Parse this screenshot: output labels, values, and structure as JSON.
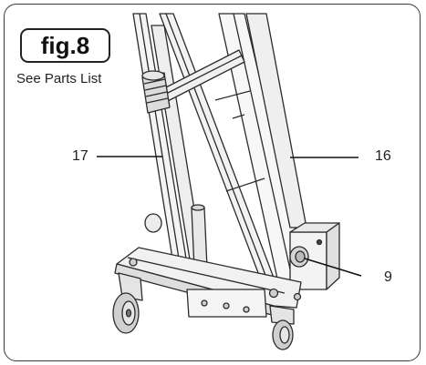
{
  "figure": {
    "label": "fig.8",
    "caption": "See Parts List"
  },
  "callouts": [
    {
      "id": "17",
      "text": "17"
    },
    {
      "id": "16",
      "text": "16"
    },
    {
      "id": "9",
      "text": "9"
    }
  ]
}
